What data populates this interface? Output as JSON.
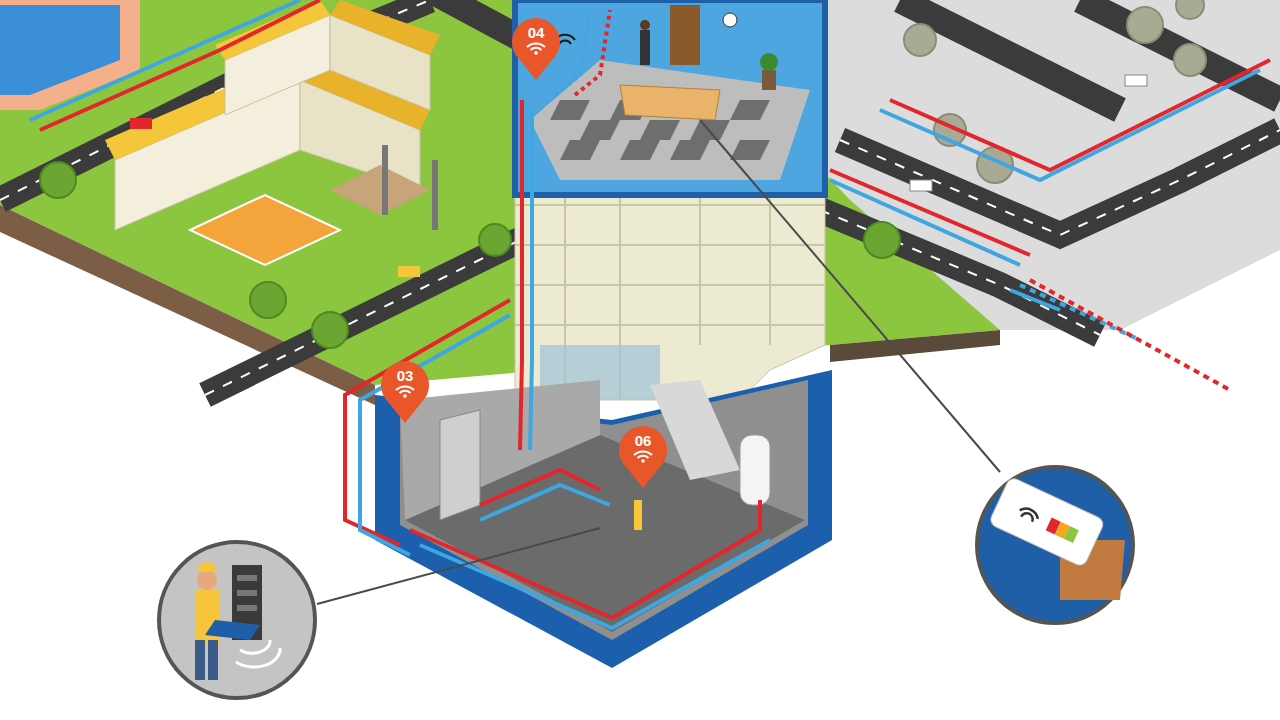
{
  "diagram": {
    "nodes": [
      {
        "text": [
          "04"
        ]
      },
      {
        "text": [
          "03"
        ]
      },
      {
        "text": [
          "06"
        ]
      }
    ]
  }
}
